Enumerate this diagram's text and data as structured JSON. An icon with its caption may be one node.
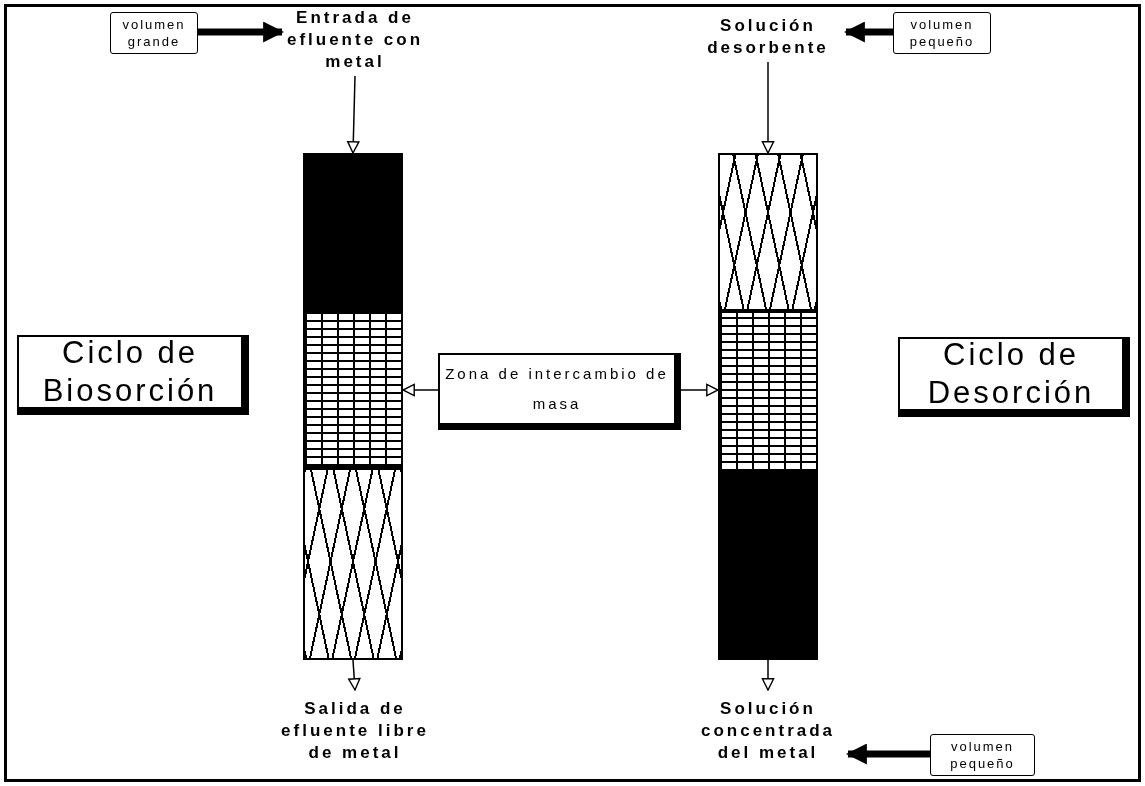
{
  "diagram": {
    "nodes": [
      {
        "text": [
          "volumen grande"
        ]
      },
      {
        "text": [
          "Entrada de efluente con metal"
        ]
      },
      {
        "text": [
          "Solución desorbente"
        ]
      },
      {
        "text": [
          "volumen pequeño"
        ]
      },
      {
        "text": [],
        "shape": "box"
      },
      {
        "text": [],
        "shape": "box"
      },
      {
        "text": [
          "Ciclo de Biosorción"
        ]
      },
      {
        "text": [],
        "shape": "box"
      },
      {
        "text": [
          "Zona de intercambio de masa"
        ]
      },
      {
        "text": [],
        "shape": "box"
      },
      {
        "text": [
          "Ciclo de Desorción"
        ]
      },
      {
        "text": [],
        "shape": "box"
      },
      {
        "text": [],
        "shape": "box"
      },
      {
        "text": [
          "Salida de efluente libre de metal"
        ]
      },
      {
        "text": [
          "Solución concentrada del metal"
        ]
      },
      {
        "text": [
          "volumen pequeño"
        ]
      }
    ],
    "edges": [
      {
        "from": 0,
        "to": 1,
        "arrow": "to",
        "style": "thick"
      },
      {
        "from": 3,
        "to": 2,
        "arrow": "to",
        "style": "thick"
      },
      {
        "from": 1,
        "to": 4,
        "arrow": "to"
      },
      {
        "from": 2,
        "to": 5,
        "arrow": "to"
      },
      {
        "from": 8,
        "to": 7,
        "arrow": "to"
      },
      {
        "from": 8,
        "to": 9,
        "arrow": "to"
      },
      {
        "from": 11,
        "to": 13,
        "arrow": "to"
      },
      {
        "from": 12,
        "to": 14,
        "arrow": "to"
      },
      {
        "from": 15,
        "to": 14,
        "arrow": "to",
        "style": "thick"
      }
    ]
  }
}
